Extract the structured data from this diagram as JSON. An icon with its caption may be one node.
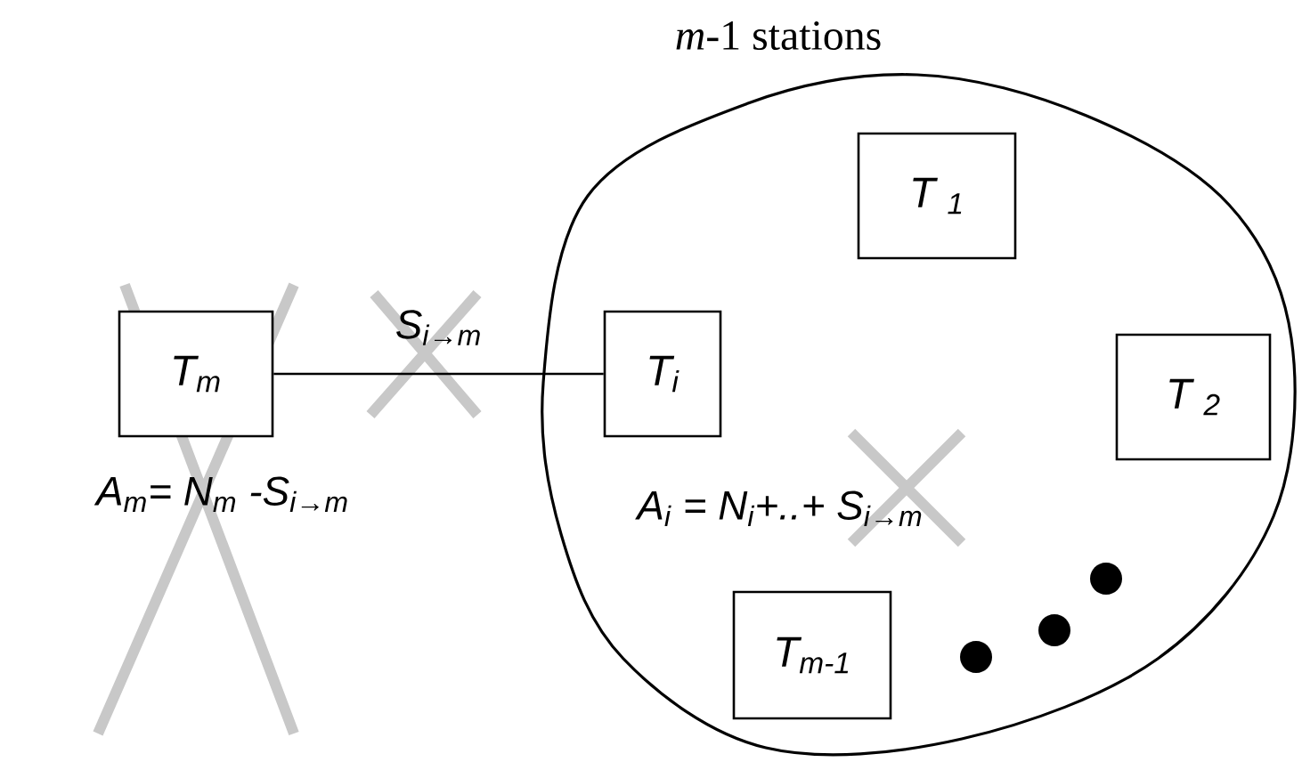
{
  "diagram": {
    "nodes": [
      {
        "text": [
          "*m*-1 stations"
        ]
      },
      {
        "text": [
          "T$_{m}$"
        ],
        "beside": [
          "A$_{m}$= N$_{m}$ -S$_{i→m}$"
        ]
      },
      {
        "text": [
          "T$_{i}$"
        ],
        "in": 0,
        "beside": [
          "A$_{i}$ = N$_{i}$+..+ S$_{i→m}$"
        ]
      },
      {
        "text": [
          "T $_{1}$"
        ],
        "in": 0
      },
      {
        "text": [
          "T $_{2}$"
        ],
        "in": 0
      },
      {
        "text": [
          "T$_{m-1}$"
        ],
        "in": 0
      }
    ],
    "edges": [
      {
        "from": 1,
        "to": 2,
        "arrow": "none",
        "label": "S$_{i→m}$"
      }
    ]
  }
}
